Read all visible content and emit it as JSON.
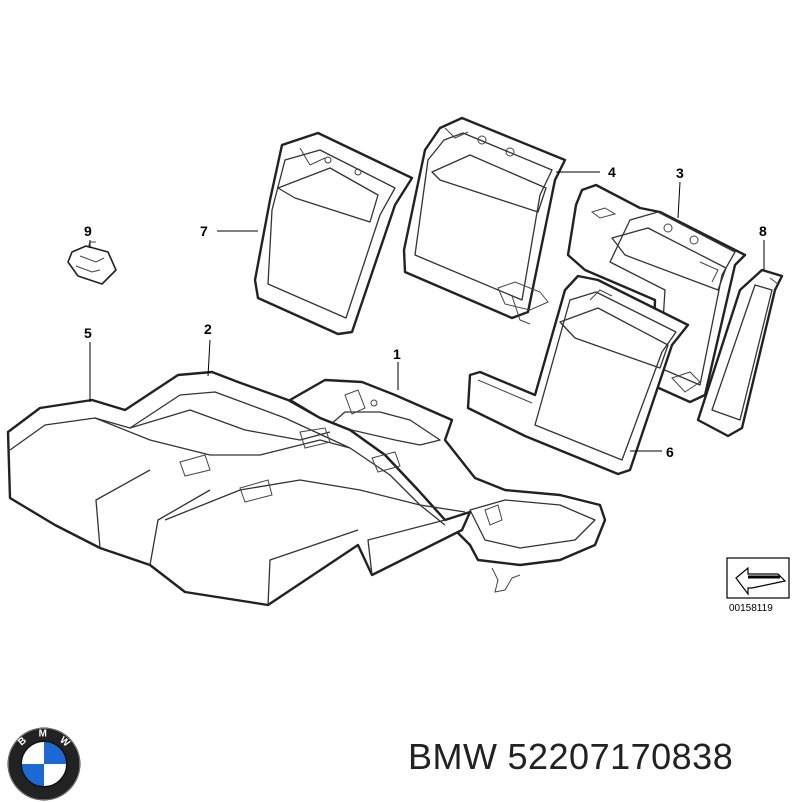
{
  "callouts": {
    "c1": "1",
    "c2": "2",
    "c3": "3",
    "c4": "4",
    "c5": "5",
    "c6": "6",
    "c7": "7",
    "c8": "8",
    "c9": "9"
  },
  "reference_number": "00158119",
  "caption": {
    "brand": "BMW",
    "part_number": "52207170838"
  },
  "logo": {
    "letters": "BMW",
    "colors": {
      "blue": "#1c69d4",
      "white": "#ffffff",
      "ring": "#111111"
    }
  }
}
